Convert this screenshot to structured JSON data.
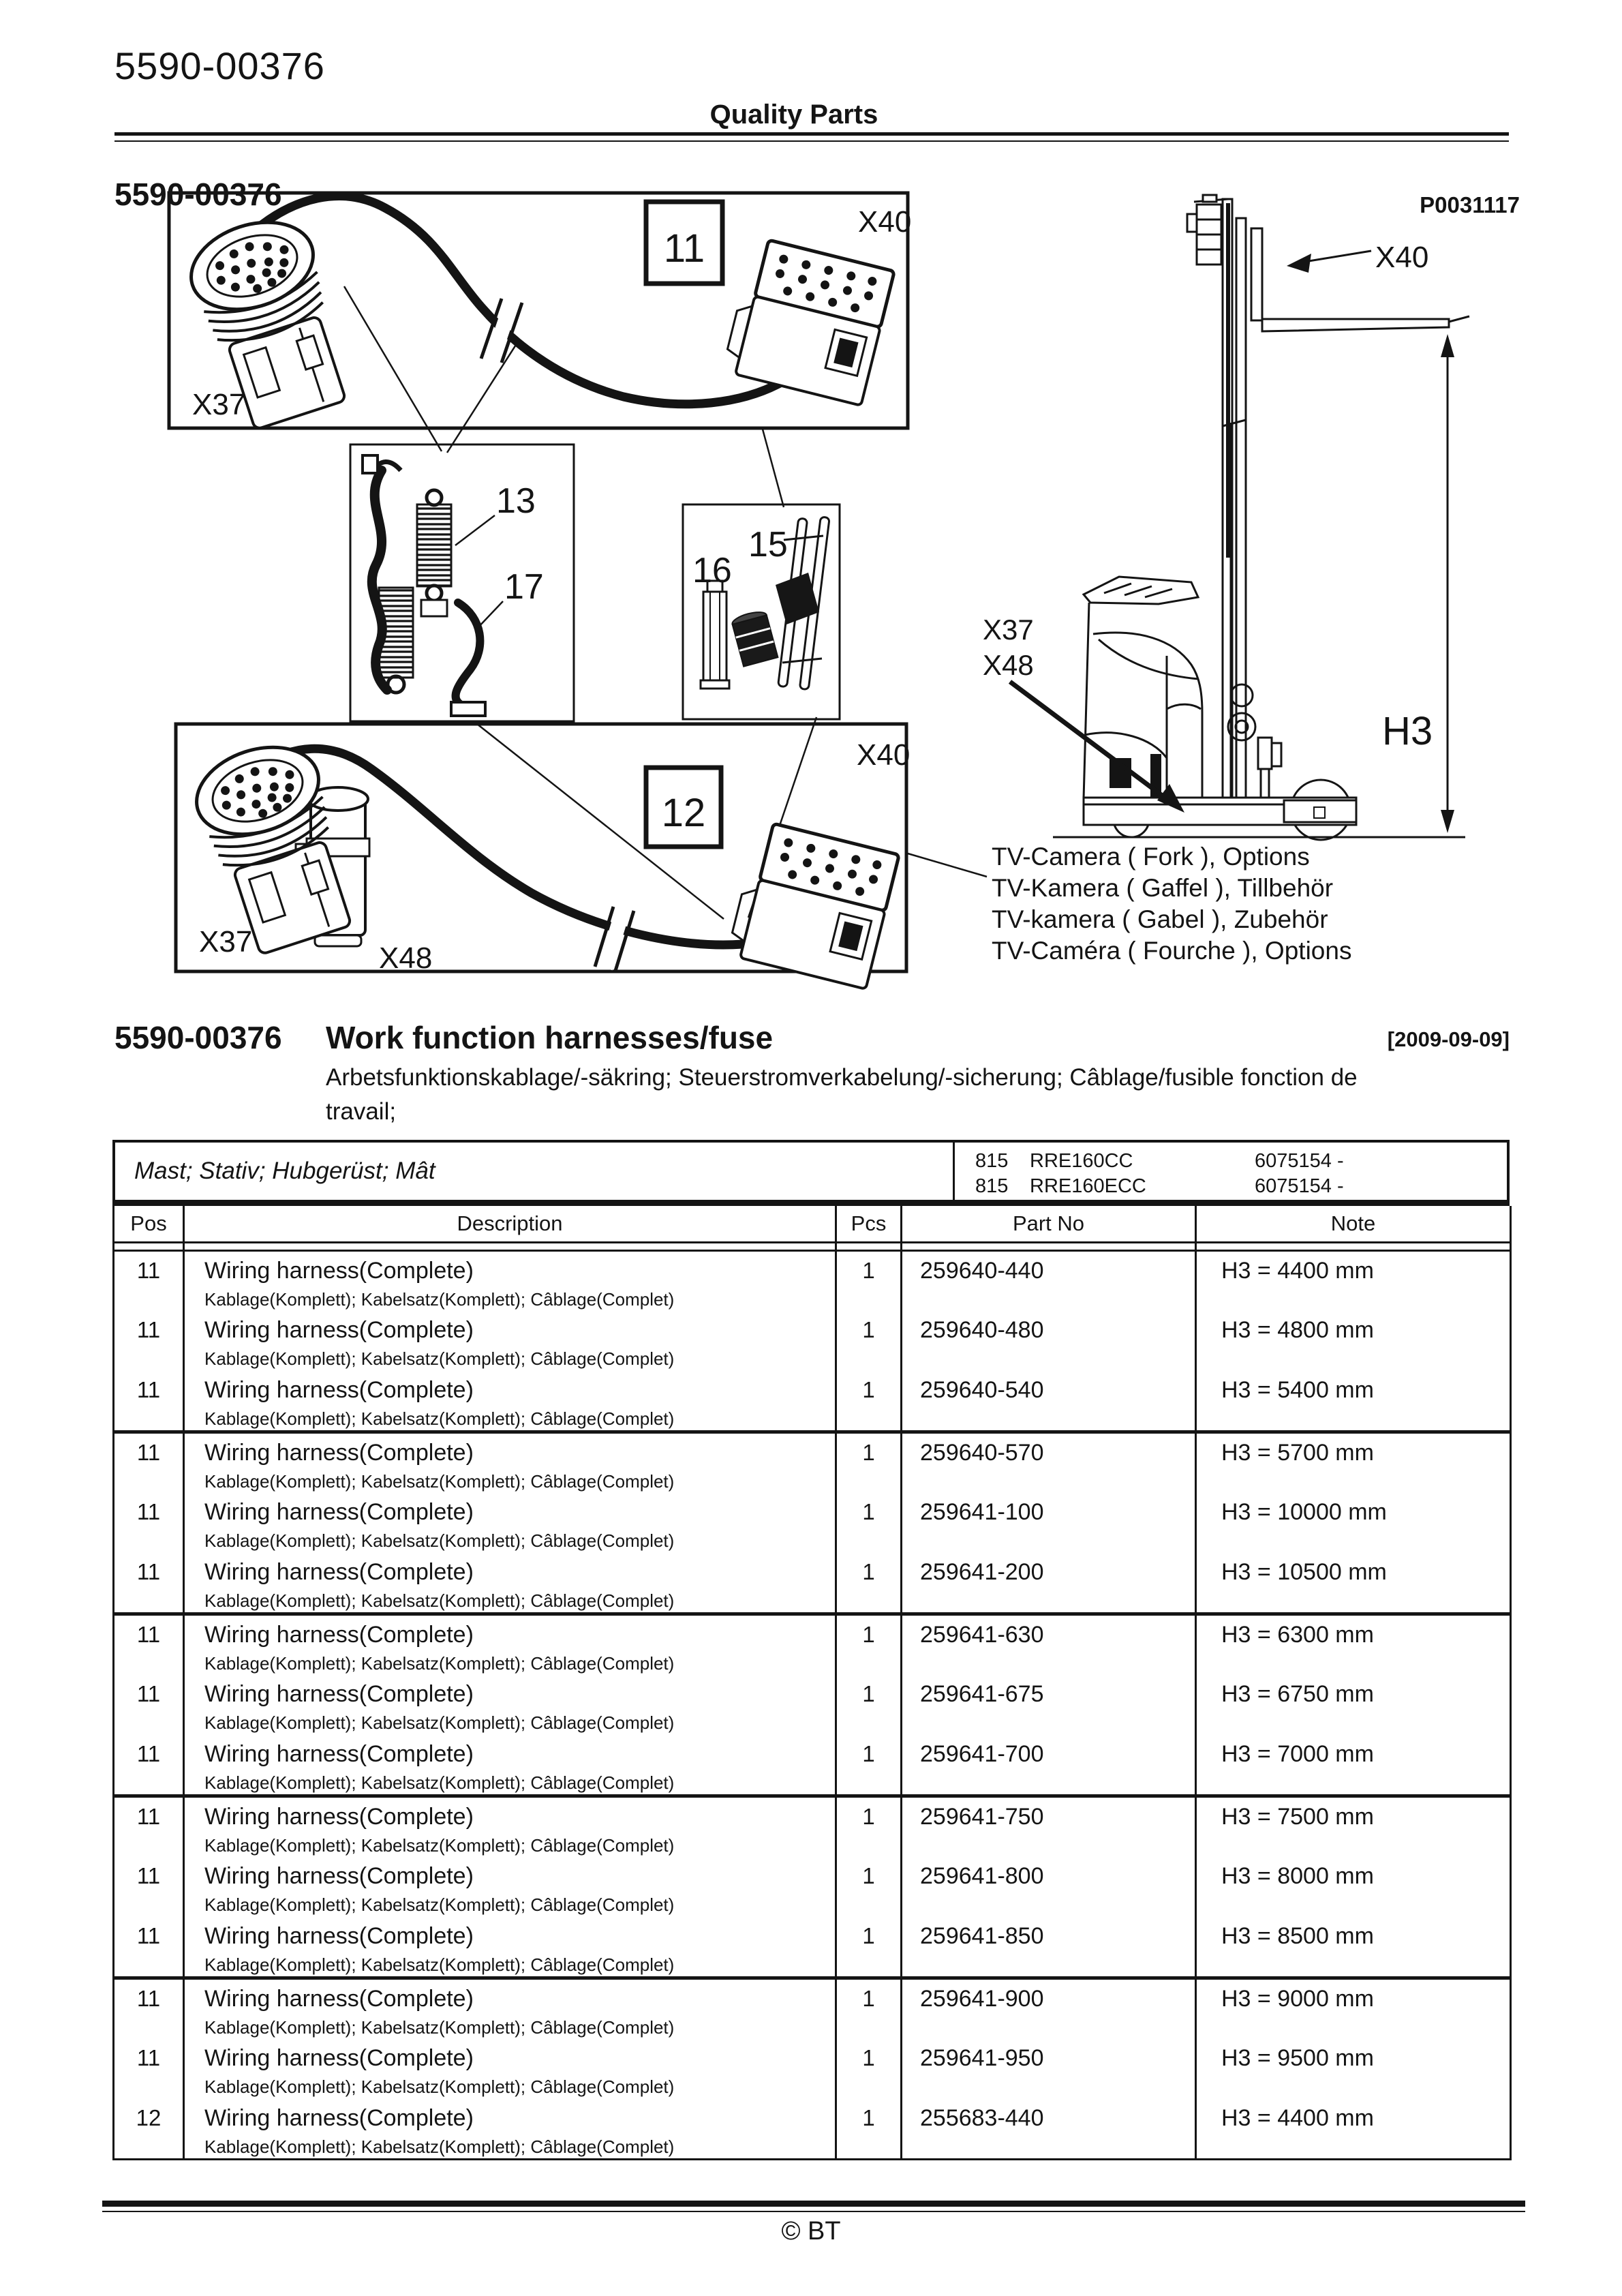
{
  "header": {
    "doc_no": "5590-00376",
    "center_title": "Quality Parts",
    "page_code": "5590-00376",
    "plate_no": "P0031117"
  },
  "diagram": {
    "box1": {
      "item": "11",
      "x37": "X37",
      "x40": "X40"
    },
    "springs_box": {
      "item13": "13",
      "item17": "17"
    },
    "fuse_box": {
      "item15": "15",
      "item16": "16"
    },
    "box2": {
      "item": "12",
      "x37": "X37",
      "x40": "X40",
      "x48": "X48"
    },
    "truck": {
      "x40": "X40",
      "h3": "H3",
      "x37": "X37",
      "x48": "X48"
    },
    "caption": [
      "TV-Camera ( Fork ), Options",
      "TV-Kamera ( Gaffel ), Tillbehör",
      "TV-kamera ( Gabel ), Zubehör",
      "TV-Caméra ( Fourche ), Options"
    ]
  },
  "section": {
    "code": "5590-00376",
    "title": "Work function harnesses/fuse",
    "date": "[2009-09-09]",
    "subtitle_line1": "Arbetsfunktionskablage/-säkring; Steuerstromverkabelung/-sicherung; Câblage/fusible fonction de",
    "subtitle_line2": "travail;"
  },
  "table": {
    "variant": {
      "label": "Mast; Stativ; Hubgerüst; Mât",
      "models": [
        {
          "code": "815",
          "name": "RRE160CC",
          "serial": "6075154 -"
        },
        {
          "code": "815",
          "name": "RRE160ECC",
          "serial": "6075154 -"
        }
      ]
    },
    "columns": [
      "Pos",
      "Description",
      "Pcs",
      "Part No",
      "Note"
    ],
    "rows": [
      {
        "pos": "11",
        "description": "Wiring harness(Complete)",
        "description_sub": "Kablage(Komplett); Kabelsatz(Komplett); Câblage(Complet)",
        "pcs": "1",
        "part_no": "259640-440",
        "note": "H3 = 4400 mm",
        "group_start": false
      },
      {
        "pos": "11",
        "description": "Wiring harness(Complete)",
        "description_sub": "Kablage(Komplett); Kabelsatz(Komplett); Câblage(Complet)",
        "pcs": "1",
        "part_no": "259640-480",
        "note": "H3 = 4800 mm",
        "group_start": false
      },
      {
        "pos": "11",
        "description": "Wiring harness(Complete)",
        "description_sub": "Kablage(Komplett); Kabelsatz(Komplett); Câblage(Complet)",
        "pcs": "1",
        "part_no": "259640-540",
        "note": "H3 = 5400 mm",
        "group_start": false
      },
      {
        "pos": "11",
        "description": "Wiring harness(Complete)",
        "description_sub": "Kablage(Komplett); Kabelsatz(Komplett); Câblage(Complet)",
        "pcs": "1",
        "part_no": "259640-570",
        "note": "H3 = 5700 mm",
        "group_start": true
      },
      {
        "pos": "11",
        "description": "Wiring harness(Complete)",
        "description_sub": "Kablage(Komplett); Kabelsatz(Komplett); Câblage(Complet)",
        "pcs": "1",
        "part_no": "259641-100",
        "note": "H3 = 10000 mm",
        "group_start": false
      },
      {
        "pos": "11",
        "description": "Wiring harness(Complete)",
        "description_sub": "Kablage(Komplett); Kabelsatz(Komplett); Câblage(Complet)",
        "pcs": "1",
        "part_no": "259641-200",
        "note": "H3 = 10500 mm",
        "group_start": false
      },
      {
        "pos": "11",
        "description": "Wiring harness(Complete)",
        "description_sub": "Kablage(Komplett); Kabelsatz(Komplett); Câblage(Complet)",
        "pcs": "1",
        "part_no": "259641-630",
        "note": "H3 = 6300 mm",
        "group_start": true
      },
      {
        "pos": "11",
        "description": "Wiring harness(Complete)",
        "description_sub": "Kablage(Komplett); Kabelsatz(Komplett); Câblage(Complet)",
        "pcs": "1",
        "part_no": "259641-675",
        "note": "H3 = 6750 mm",
        "group_start": false
      },
      {
        "pos": "11",
        "description": "Wiring harness(Complete)",
        "description_sub": "Kablage(Komplett); Kabelsatz(Komplett); Câblage(Complet)",
        "pcs": "1",
        "part_no": "259641-700",
        "note": "H3 = 7000 mm",
        "group_start": false
      },
      {
        "pos": "11",
        "description": "Wiring harness(Complete)",
        "description_sub": "Kablage(Komplett); Kabelsatz(Komplett); Câblage(Complet)",
        "pcs": "1",
        "part_no": "259641-750",
        "note": "H3 = 7500 mm",
        "group_start": true
      },
      {
        "pos": "11",
        "description": "Wiring harness(Complete)",
        "description_sub": "Kablage(Komplett); Kabelsatz(Komplett); Câblage(Complet)",
        "pcs": "1",
        "part_no": "259641-800",
        "note": "H3 = 8000 mm",
        "group_start": false
      },
      {
        "pos": "11",
        "description": "Wiring harness(Complete)",
        "description_sub": "Kablage(Komplett); Kabelsatz(Komplett); Câblage(Complet)",
        "pcs": "1",
        "part_no": "259641-850",
        "note": "H3 = 8500 mm",
        "group_start": false
      },
      {
        "pos": "11",
        "description": "Wiring harness(Complete)",
        "description_sub": "Kablage(Komplett); Kabelsatz(Komplett); Câblage(Complet)",
        "pcs": "1",
        "part_no": "259641-900",
        "note": "H3 = 9000 mm",
        "group_start": true
      },
      {
        "pos": "11",
        "description": "Wiring harness(Complete)",
        "description_sub": "Kablage(Komplett); Kabelsatz(Komplett); Câblage(Complet)",
        "pcs": "1",
        "part_no": "259641-950",
        "note": "H3 = 9500 mm",
        "group_start": false
      },
      {
        "pos": "12",
        "description": "Wiring harness(Complete)",
        "description_sub": "Kablage(Komplett); Kabelsatz(Komplett); Câblage(Complet)",
        "pcs": "1",
        "part_no": "255683-440",
        "note": "H3 = 4400 mm",
        "group_start": false
      }
    ]
  },
  "footer": {
    "copyright": "© BT"
  }
}
